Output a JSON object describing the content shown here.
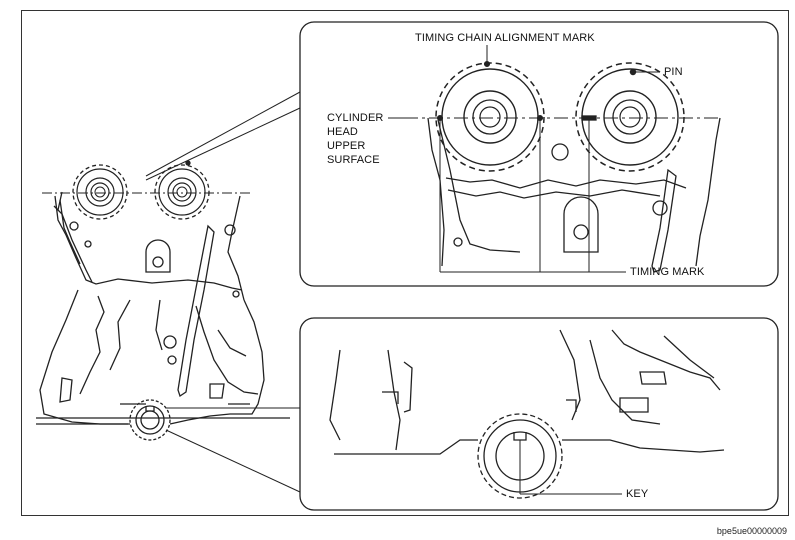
{
  "labels": {
    "timing_chain_alignment_mark": "TIMING CHAIN ALIGNMENT MARK",
    "pin": "PIN",
    "cylinder_head_upper_surface": [
      "CYLINDER",
      "HEAD",
      "UPPER",
      "SURFACE"
    ],
    "timing_mark": "TIMING MARK",
    "key": "KEY"
  },
  "image_id": "bpe5ue00000009",
  "colors": {
    "line": "#222222",
    "background": "#ffffff"
  }
}
